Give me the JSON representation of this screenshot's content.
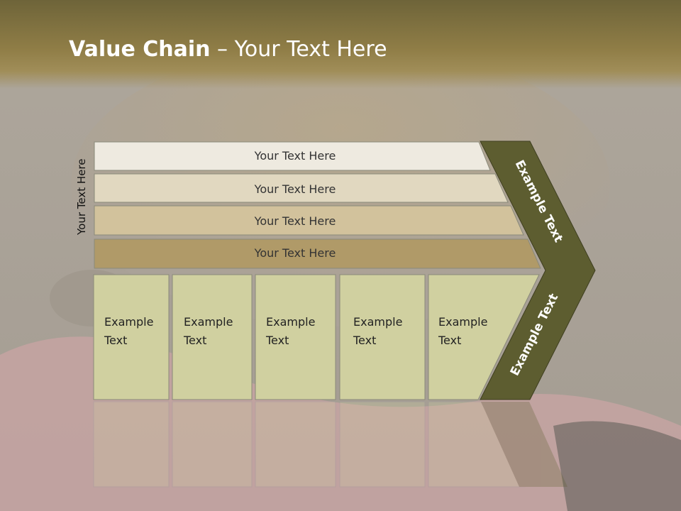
{
  "title": {
    "bold": "Value Chain",
    "rest": " – Your Text Here"
  },
  "side_label": "Your Text Here",
  "support_bars": [
    {
      "label": "Your Text Here",
      "color": "#eeeae0"
    },
    {
      "label": "Your Text Here",
      "color": "#e1d8c0"
    },
    {
      "label": "Your Text Here",
      "color": "#d2c29c"
    },
    {
      "label": "Your Text Here",
      "color": "#b09a68"
    }
  ],
  "activities": [
    {
      "line1": "Example",
      "line2": "Text"
    },
    {
      "line1": "Example",
      "line2": "Text"
    },
    {
      "line1": "Example",
      "line2": "Text"
    },
    {
      "line1": "Example",
      "line2": "Text"
    },
    {
      "line1": "Example",
      "line2": "Text"
    }
  ],
  "margin_labels": {
    "top": "Example Text",
    "bottom": "Example Text"
  },
  "colors": {
    "activity_fill": "#d0d0a0",
    "arrow_fill": "#5d5d30",
    "header": "#8f7d46"
  }
}
